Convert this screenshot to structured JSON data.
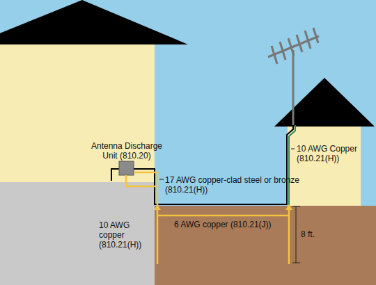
{
  "diagram": {
    "labels": [
      "Antenna Discharge Unit (810.20)",
      "17 AWG copper-clad steel or bronze (810.21(H))",
      "10 AWG Copper (810.21(H))",
      "10 AWG copper (810.21(H))",
      "6 AWG copper (810.21(J))",
      "8 ft."
    ]
  }
}
